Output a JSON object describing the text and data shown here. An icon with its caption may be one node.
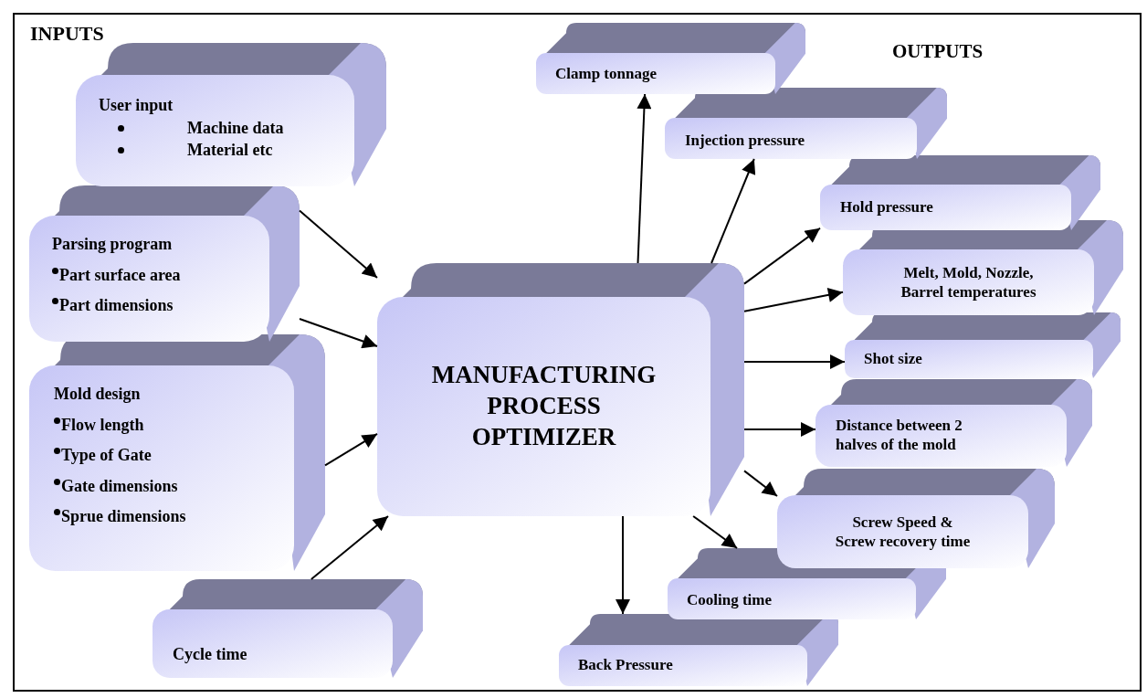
{
  "diagram": {
    "nodes": [
      {
        "text": [
          "User input",
          "Machine data",
          "Material etc"
        ]
      },
      {
        "text": [
          "Parsing program",
          "Part surface area",
          "Part dimensions"
        ]
      },
      {
        "text": [
          "Mold design",
          "Flow length",
          "Type of Gate",
          "Gate dimensions",
          "Sprue dimensions"
        ]
      },
      {
        "text": [
          "Cycle time"
        ]
      },
      {
        "text": [
          "MANUFACTURING PROCESS OPTIMIZER"
        ]
      },
      {
        "text": [
          "Clamp tonnage"
        ]
      },
      {
        "text": [
          "Injection pressure"
        ]
      },
      {
        "text": [
          "Hold pressure"
        ]
      },
      {
        "text": [
          "Melt, Mold, Nozzle, Barrel temperatures"
        ]
      },
      {
        "text": [
          "Shot size"
        ]
      },
      {
        "text": [
          "Distance between 2 halves of the mold"
        ]
      },
      {
        "text": [
          "Screw Speed & Screw recovery time"
        ]
      },
      {
        "text": [
          "Cooling time"
        ]
      },
      {
        "text": [
          "Back Pressure"
        ]
      }
    ],
    "edges": [
      {
        "from": 1,
        "to": 4,
        "arrow": "to"
      },
      {
        "from": 1,
        "to": 4,
        "arrow": "to"
      },
      {
        "from": 2,
        "to": 4,
        "arrow": "to"
      },
      {
        "from": 3,
        "to": 4,
        "arrow": "to"
      },
      {
        "from": 4,
        "to": 5,
        "arrow": "to"
      },
      {
        "from": 4,
        "to": 6,
        "arrow": "to"
      },
      {
        "from": 4,
        "to": 7,
        "arrow": "to"
      },
      {
        "from": 4,
        "to": 8,
        "arrow": "to"
      },
      {
        "from": 4,
        "to": 9,
        "arrow": "to"
      },
      {
        "from": 4,
        "to": 10,
        "arrow": "to"
      },
      {
        "from": 4,
        "to": 11,
        "arrow": "to"
      },
      {
        "from": 4,
        "to": 12,
        "arrow": "to"
      },
      {
        "from": 4,
        "to": 13,
        "arrow": "to"
      }
    ],
    "labels": [
      "INPUTS",
      "OUTPUTS"
    ]
  }
}
